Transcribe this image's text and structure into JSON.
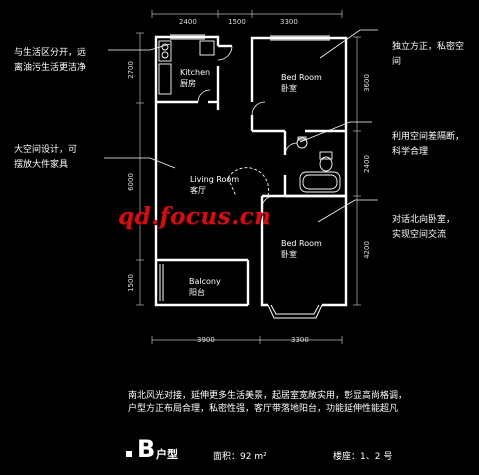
{
  "dimensions": {
    "top": [
      "2400",
      "1500",
      "3300"
    ],
    "bottom": [
      "3900",
      "3300"
    ],
    "left": [
      "2700",
      "6000",
      "1500"
    ],
    "right": [
      "3600",
      "2400",
      "4200"
    ]
  },
  "rooms": {
    "kitchen_en": "Kitchen",
    "kitchen_cn": "厨房",
    "bedroom1_en": "Bed Room",
    "bedroom1_cn": "卧室",
    "living_en": "Living Room",
    "living_cn": "客厅",
    "bedroom2_en": "Bed Room",
    "bedroom2_cn": "卧室",
    "balcony_en": "Balcony",
    "balcony_cn": "阳台"
  },
  "annotations": {
    "left_top_1": "与生活区分开，远",
    "left_top_2": "离油污生活更洁净",
    "left_mid_1": "大空间设计，可",
    "left_mid_2": "摆放大件家具",
    "right_top_1": "独立方正，私密空",
    "right_top_2": "间",
    "right_mid_1": "利用空间差隔断，",
    "right_mid_2": "科学合理",
    "right_bot_1": "对话北向卧室，",
    "right_bot_2": "实现空间交流"
  },
  "watermark": "qd.focus.cn",
  "description": {
    "line1": "南北风光对接，延伸更多生活美景，起居室宽敞实用，彰显高尚格调，",
    "line2": "户型方正布局合理，私密性强，客厅带落地阳台，功能延伸性能超凡"
  },
  "unit": {
    "letter": "B",
    "type_label": "户型",
    "area_label": "面积：92 m²",
    "building_label": "楼座：1、2 号"
  }
}
